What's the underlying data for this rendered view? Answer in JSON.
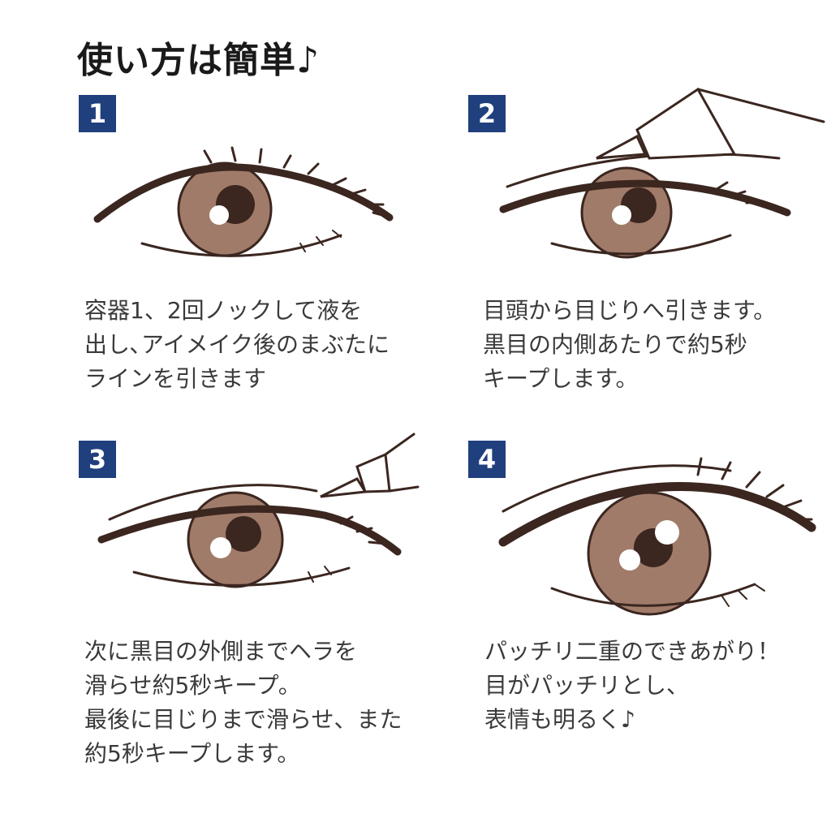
{
  "title": "使い方は簡単♪",
  "colors": {
    "badge": "#203f7d",
    "line": "#3b2620",
    "iris": "#a17b69",
    "pupil": "#3b2620"
  },
  "steps": [
    {
      "number": "1",
      "lines": [
        "容器1、2回ノックして液を",
        "出し､アイメイク後のまぶたに",
        "ラインを引きます"
      ]
    },
    {
      "number": "2",
      "lines": [
        "目頭から目じりへ引きます。",
        "黒目の内側あたりで約5秒",
        "キープします。"
      ]
    },
    {
      "number": "3",
      "lines": [
        "次に黒目の外側までヘラを",
        "滑らせ約5秒キープ。",
        "最後に目じりまで滑らせ、また",
        "約5秒キープします。"
      ]
    },
    {
      "number": "4",
      "lines": [
        "パッチリ二重のできあがり！",
        "目がパッチリとし、",
        "表情も明るく♪"
      ]
    }
  ]
}
